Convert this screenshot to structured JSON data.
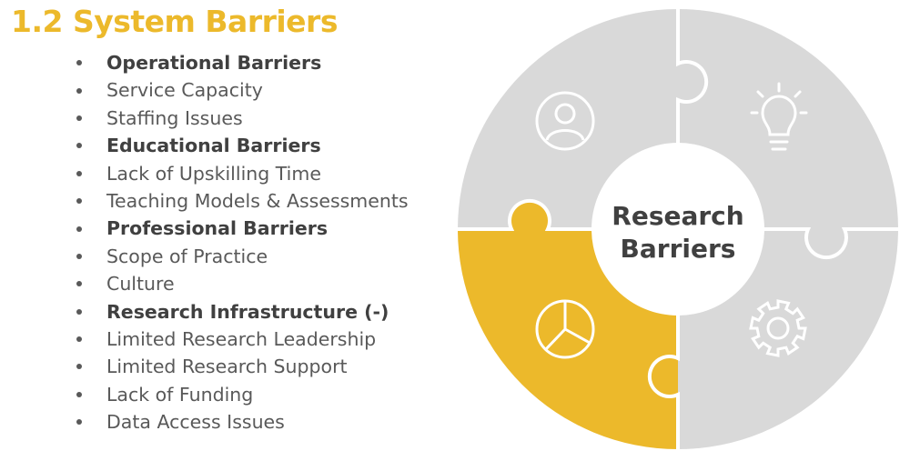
{
  "title": "1.2 System Barriers",
  "bullets": [
    {
      "text": "Operational Barriers",
      "bold": true
    },
    {
      "text": "Service Capacity",
      "bold": false
    },
    {
      "text": "Staffing Issues",
      "bold": false
    },
    {
      "text": "Educational Barriers",
      "bold": true
    },
    {
      "text": "Lack of Upskilling Time",
      "bold": false
    },
    {
      "text": "Teaching Models & Assessments",
      "bold": false
    },
    {
      "text": "Professional Barriers",
      "bold": true
    },
    {
      "text": "Scope of Practice",
      "bold": false
    },
    {
      "text": "Culture",
      "bold": false
    },
    {
      "text": "Research Infrastructure (-)",
      "bold": true
    },
    {
      "text": "Limited Research Leadership",
      "bold": false
    },
    {
      "text": "Limited Research Support",
      "bold": false
    },
    {
      "text": "Lack of Funding",
      "bold": false
    },
    {
      "text": "Data Access Issues",
      "bold": false
    }
  ],
  "puzzle": {
    "center_line1": "Research",
    "center_line2": "Barriers",
    "pieces": [
      {
        "name": "top-left",
        "icon": "person-icon",
        "highlight": false
      },
      {
        "name": "top-right",
        "icon": "lightbulb-icon",
        "highlight": false
      },
      {
        "name": "bottom-right",
        "icon": "gear-icon",
        "highlight": false
      },
      {
        "name": "bottom-left",
        "icon": "pie-chart-icon",
        "highlight": true
      }
    ]
  },
  "colors": {
    "accent": "#ecb92b",
    "piece": "#d9d9d9",
    "icon": "#ffffff",
    "text": "#595959",
    "center_text": "#404040"
  }
}
